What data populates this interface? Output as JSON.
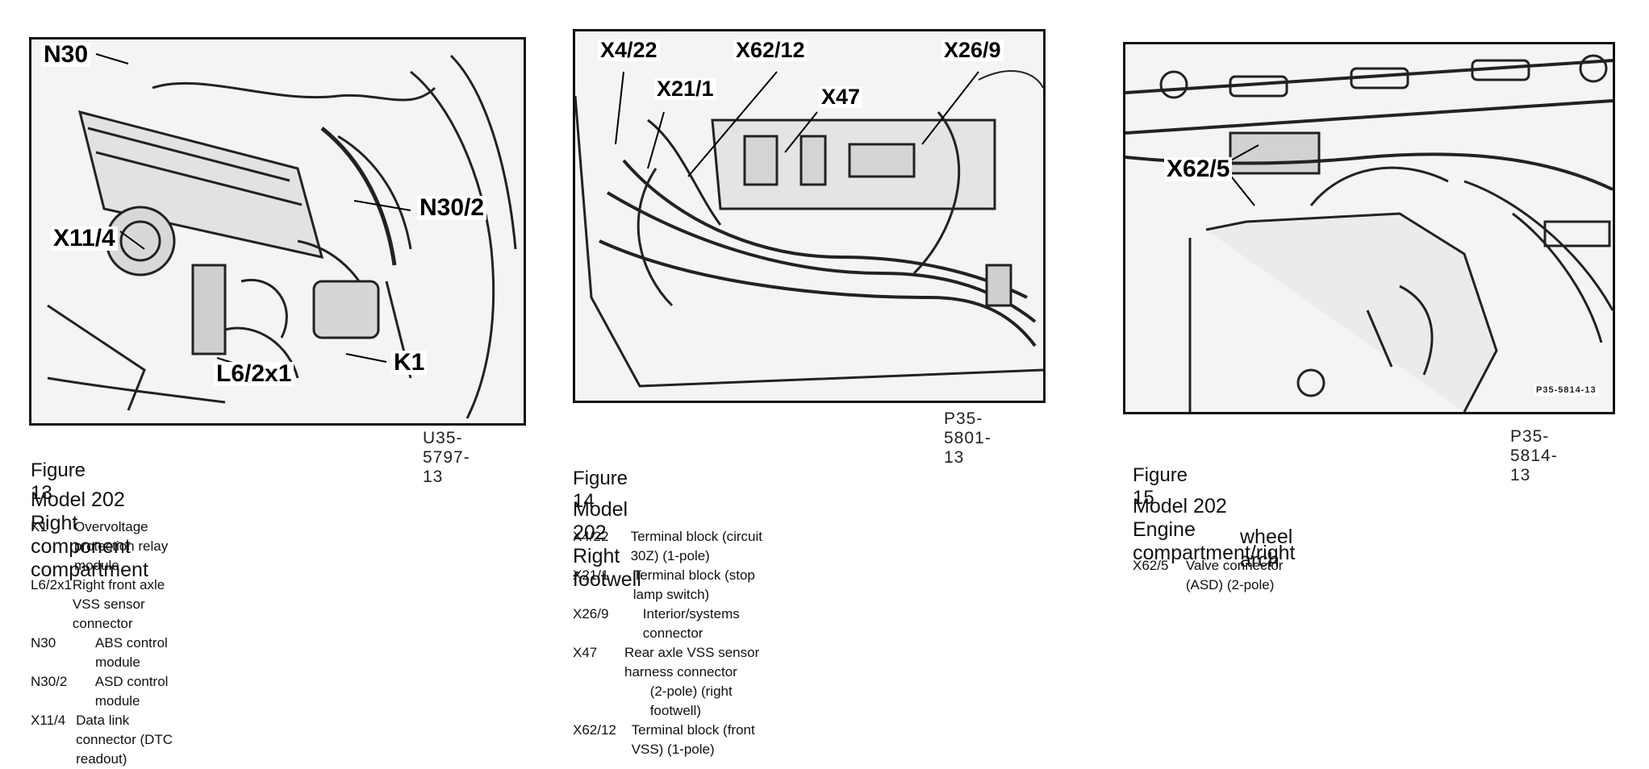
{
  "figures": [
    {
      "callouts": [
        "N30",
        "N30/2",
        "X11/4",
        "L6/2x1",
        "K1"
      ],
      "image_code": "U35-5797-13",
      "caption": "Figure 13",
      "model": "Model 202",
      "title_lines": [
        "Right component compartment"
      ],
      "legend": [
        {
          "code": "K1",
          "desc": "Overvoltage protection relay module"
        },
        {
          "code": "L6/2x1",
          "desc": "Right front axle VSS sensor connector"
        },
        {
          "code": "N30",
          "desc": "ABS control module"
        },
        {
          "code": "N30/2",
          "desc": "ASD control module"
        },
        {
          "code": "X11/4",
          "desc": "Data link connector (DTC readout)"
        }
      ]
    },
    {
      "callouts": [
        "X4/22",
        "X62/12",
        "X26/9",
        "X21/1",
        "X47"
      ],
      "image_code": "P35-5801-13",
      "caption": "Figure 14",
      "model": "Model 202",
      "title_lines": [
        "Right footwell"
      ],
      "legend": [
        {
          "code": "X4/22",
          "desc": "Terminal block (circuit 30Z) (1-pole)"
        },
        {
          "code": "X21/1",
          "desc": "Terminal block (stop lamp switch)"
        },
        {
          "code": "X26/9",
          "desc": "Interior/systems connector"
        },
        {
          "code": "X47",
          "desc": "Rear axle VSS sensor harness connector"
        },
        {
          "code": "",
          "desc": "(2-pole) (right footwell)"
        },
        {
          "code": "X62/12",
          "desc": "Terminal block (front VSS) (1-pole)"
        }
      ]
    },
    {
      "callouts": [
        "X62/5"
      ],
      "image_code_inset": "P35-5814-13",
      "image_code": "P35-5814-13",
      "caption": "Figure 15",
      "model": "Model 202",
      "title_lines": [
        "Engine compartment/right",
        "wheel arch"
      ],
      "legend": [
        {
          "code": "X62/5",
          "desc": "Valve connector (ASD) (2-pole)"
        }
      ]
    }
  ]
}
